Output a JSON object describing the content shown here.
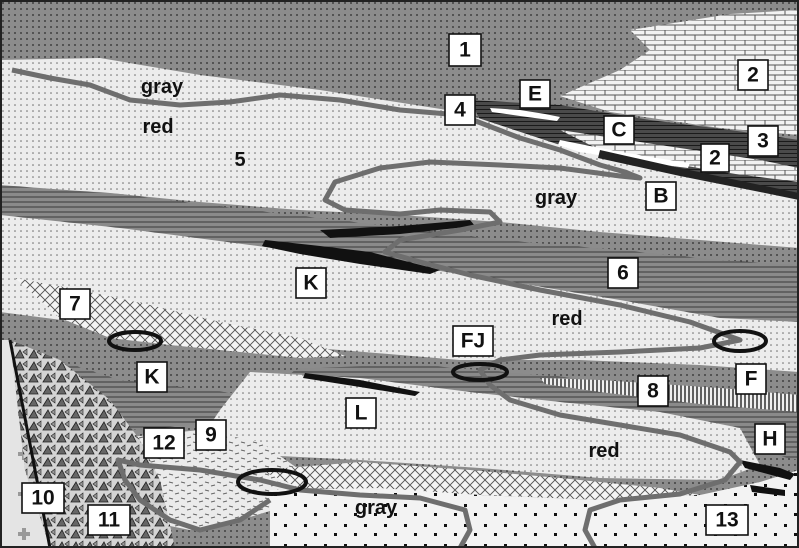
{
  "units": {
    "u1": "1",
    "u2a": "2",
    "u2b": "2",
    "u3": "3",
    "u4": "4",
    "u6": "6",
    "u7": "7",
    "u8": "8",
    "u9": "9",
    "u10": "10",
    "u11": "11",
    "u12": "12",
    "u13": "13",
    "uB": "B",
    "uC": "C",
    "uE": "E",
    "uF": "F",
    "uFJ": "FJ",
    "uH": "H",
    "uK1": "K",
    "uK2": "K",
    "uL": "L"
  },
  "plain": {
    "u5": "5",
    "gray_top": "gray",
    "red_top": "red",
    "gray_mid": "gray",
    "red_mid": "red",
    "red_low": "red",
    "gray_bottom": "gray"
  },
  "colors": {
    "gray_unit": "#8a8a8a",
    "light_unit": "#e8e8e8",
    "trace_line": "#6e6e6e",
    "dark_lens": "#111111"
  }
}
